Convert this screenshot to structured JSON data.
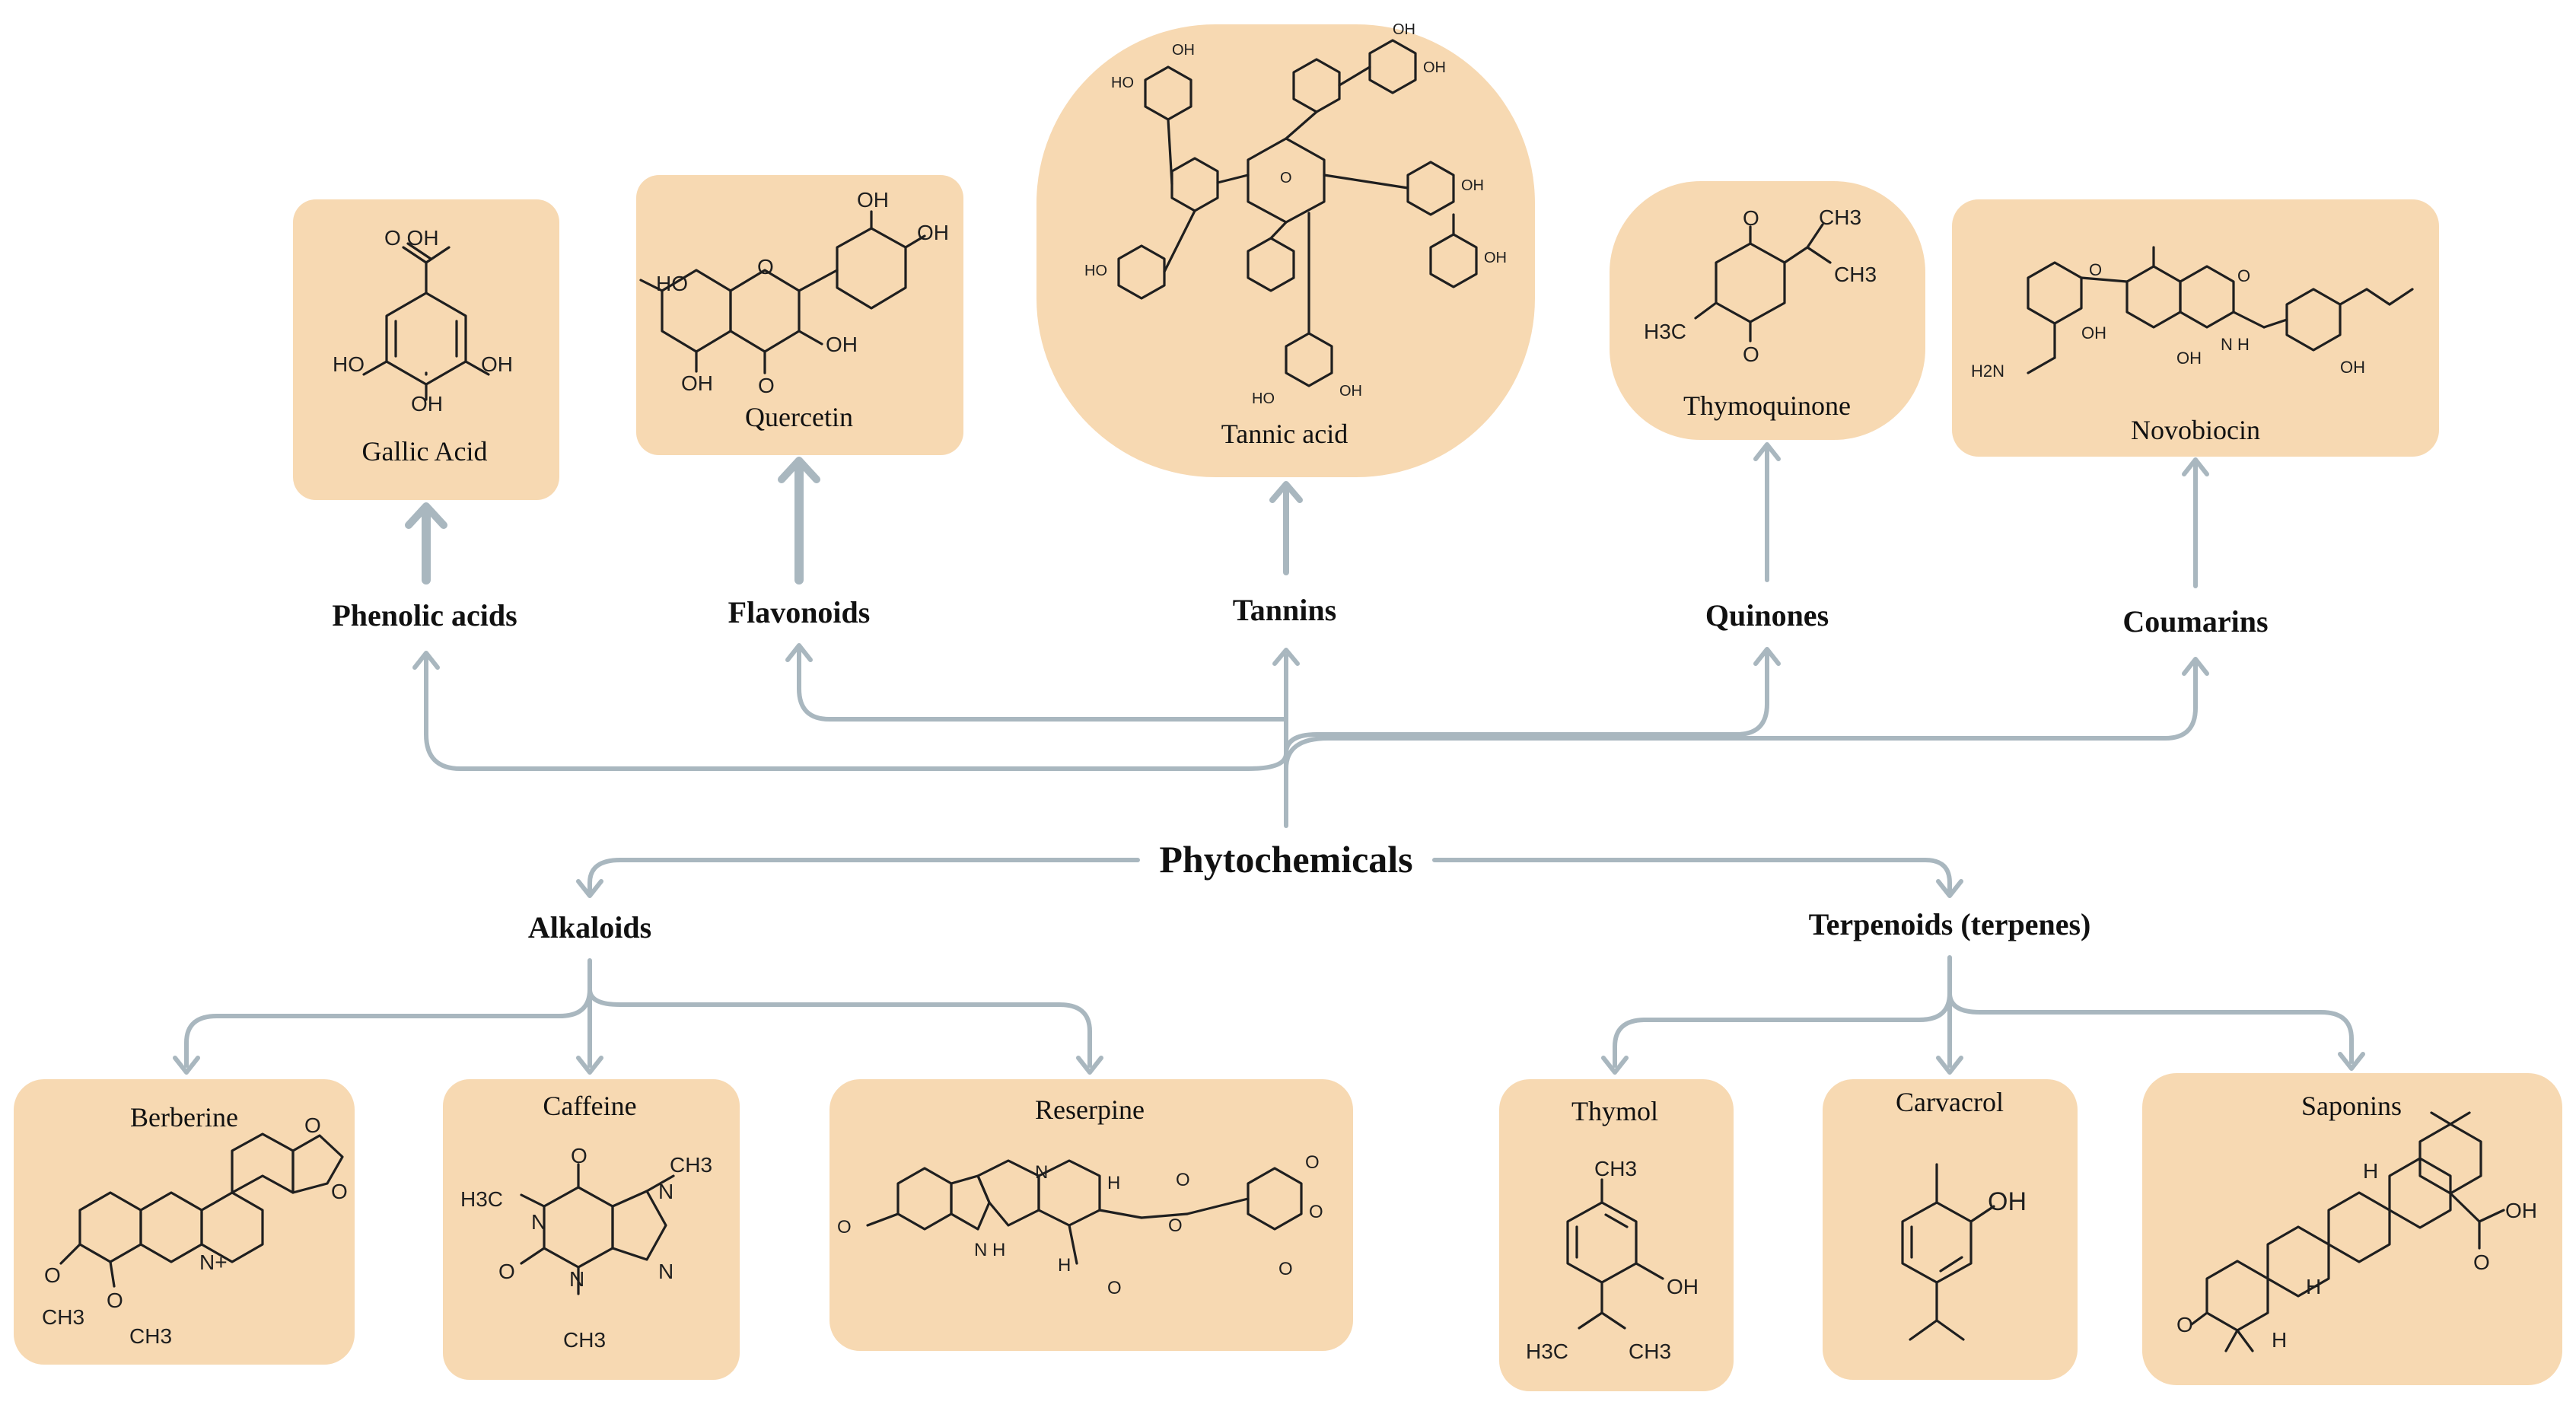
{
  "root": {
    "label": "Phytochemicals"
  },
  "categories": {
    "phenolic_acids": "Phenolic acids",
    "flavonoids": "Flavonoids",
    "tannins": "Tannins",
    "quinones": "Quinones",
    "coumarins": "Coumarins",
    "alkaloids": "Alkaloids",
    "terpenoids": "Terpenoids (terpenes)"
  },
  "compounds": {
    "gallic_acid": "Gallic Acid",
    "quercetin": "Quercetin",
    "tannic_acid": "Tannic acid",
    "thymoquinone": "Thymoquinone",
    "novobiocin": "Novobiocin",
    "berberine": "Berberine",
    "caffeine": "Caffeine",
    "reserpine": "Reserpine",
    "thymol": "Thymol",
    "carvacrol": "Carvacrol",
    "saponins": "Saponins"
  },
  "atoms": {
    "oh": "OH",
    "o": "O",
    "o_oh": "O OH",
    "ho": "HO",
    "ch3": "CH3",
    "h3c": "H3C",
    "n": "N",
    "nplus": "N+",
    "h": "H",
    "h2n": "H2N",
    "nh": "N H"
  },
  "colors": {
    "box_fill": "#f7d9b2",
    "edge": "#a9b7bf",
    "text": "#111111"
  }
}
